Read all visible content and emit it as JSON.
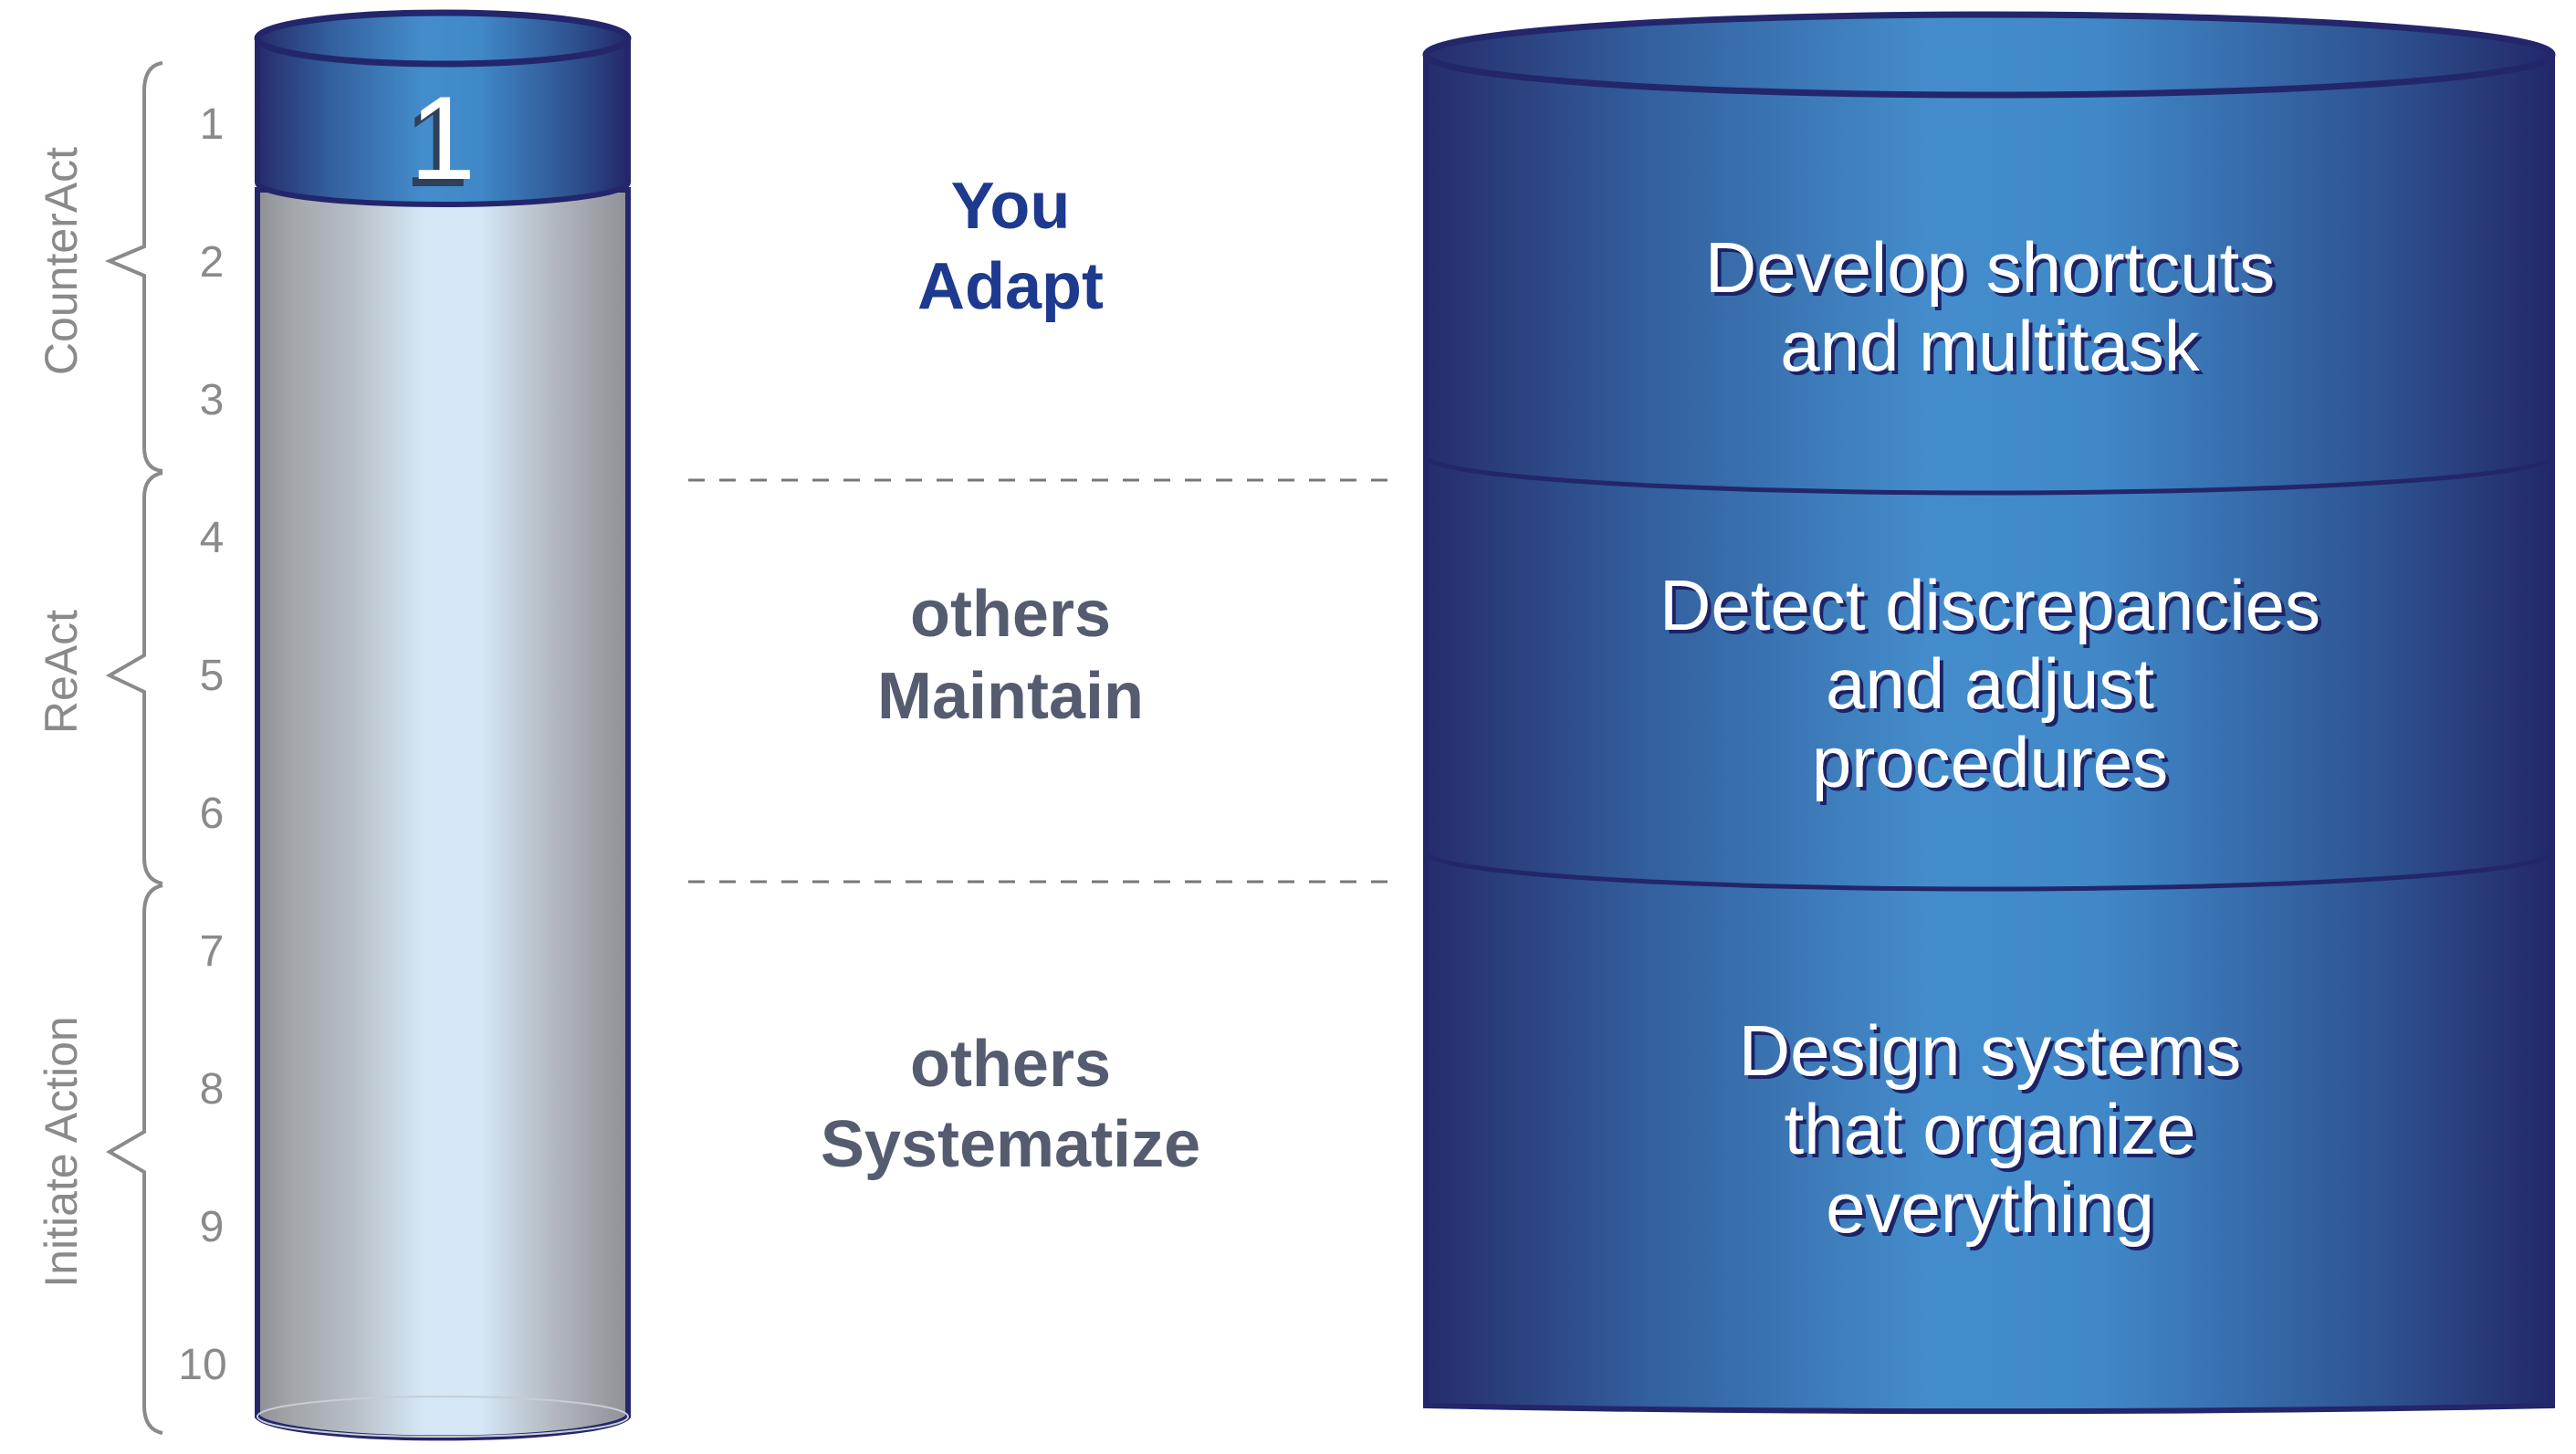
{
  "level_indicator": {
    "value": "1",
    "level": 1,
    "max": 10
  },
  "scale_numbers": [
    "1",
    "2",
    "3",
    "4",
    "5",
    "6",
    "7",
    "8",
    "9",
    "10"
  ],
  "groups": [
    "CounterAct",
    "ReAct",
    "Initiate Action"
  ],
  "middle": [
    {
      "line1": "You",
      "line2": "Adapt"
    },
    {
      "line1": "others",
      "line2": "Maintain"
    },
    {
      "line1": "others",
      "line2": "Systematize"
    }
  ],
  "right": [
    {
      "lines": [
        "Develop shortcuts",
        "and multitask"
      ]
    },
    {
      "lines": [
        "Detect discrepancies",
        "and adjust",
        "procedures"
      ]
    },
    {
      "lines": [
        "Design systems",
        "that organize",
        "everything"
      ]
    }
  ],
  "colors": {
    "highlight": "#1e3a8f",
    "muted": "#555c70",
    "outline": "#23266a"
  }
}
